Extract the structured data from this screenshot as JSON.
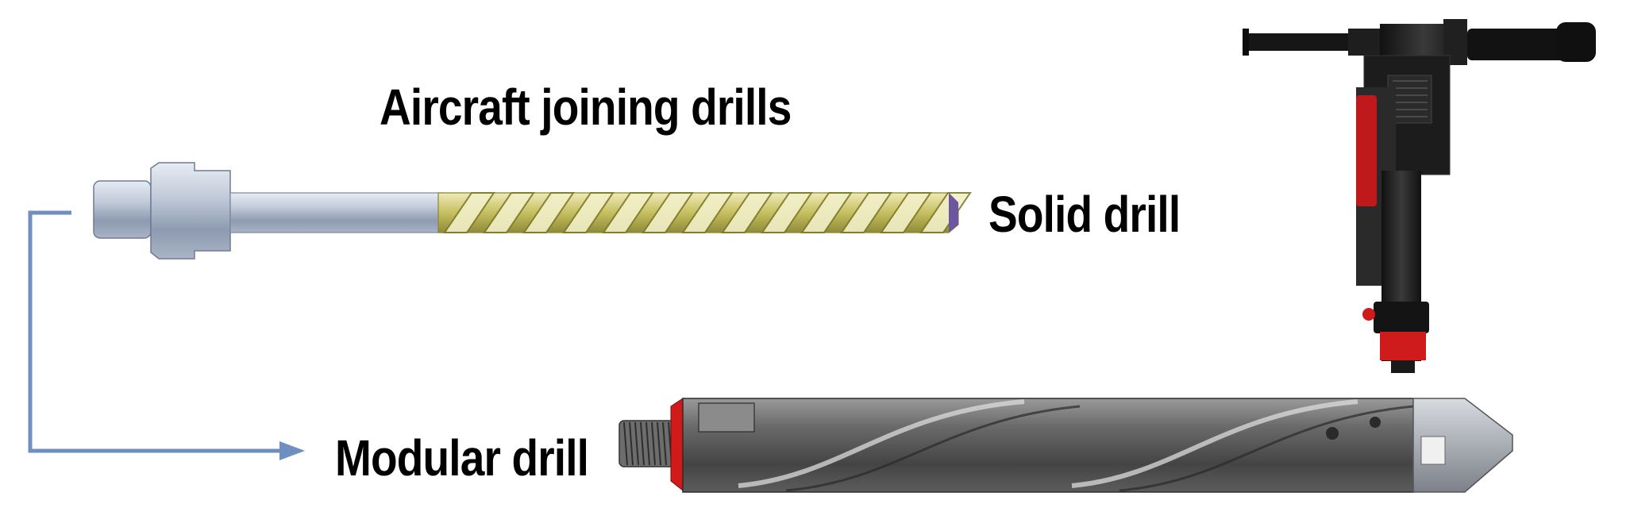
{
  "labels": {
    "title": "Aircraft joining drills",
    "solid_drill": "Solid drill",
    "modular_drill": "Modular drill"
  },
  "colors": {
    "arrow": "#6f8fc0",
    "flute_gold": "#c9c46a",
    "flute_light": "#ebe6b0",
    "shank_steel": "#b9c3d3",
    "body_gray": "#6b6b6b",
    "accent_red": "#d11a1a",
    "tool_black": "#1b1b1b"
  },
  "icons": {
    "solid_drill": "twist-drill-icon",
    "modular_drill": "modular-drill-icon",
    "power_tool": "pneumatic-drill-unit-icon",
    "connector": "elbow-arrow-icon"
  }
}
